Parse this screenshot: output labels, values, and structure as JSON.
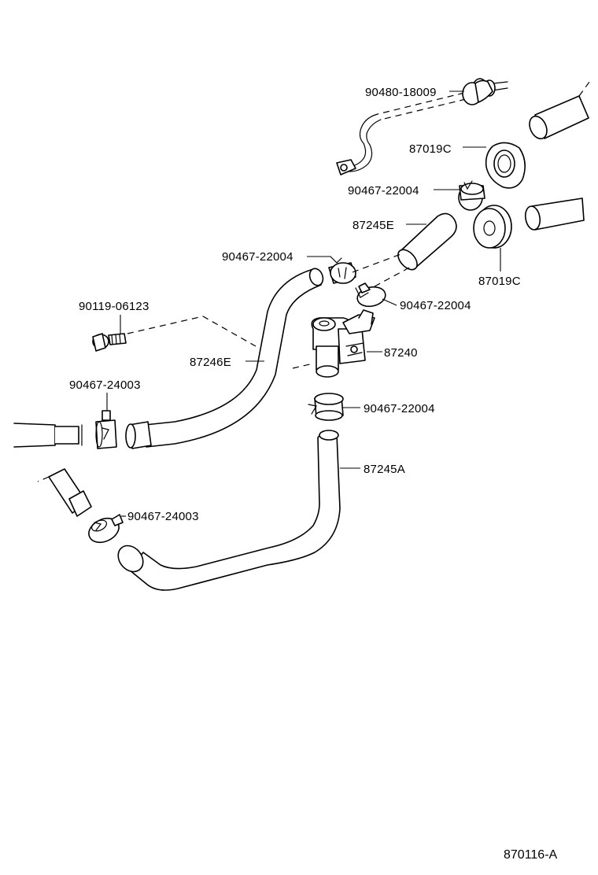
{
  "diagram": {
    "figure_code": "870116-A",
    "parts": [
      {
        "id": "p1",
        "label": "90480-18009",
        "icon": "grommet-cable-icon"
      },
      {
        "id": "p2",
        "label": "87019C",
        "icon": "grommet-icon"
      },
      {
        "id": "p3",
        "label": "90467-22004",
        "icon": "hose-clamp-icon"
      },
      {
        "id": "p4",
        "label": "87245E",
        "icon": "hose-icon"
      },
      {
        "id": "p5",
        "label": "90467-22004",
        "icon": "hose-clamp-icon"
      },
      {
        "id": "p6",
        "label": "87019C",
        "icon": "grommet-icon"
      },
      {
        "id": "p7",
        "label": "90467-22004",
        "icon": "hose-clamp-icon"
      },
      {
        "id": "p8",
        "label": "90119-06123",
        "icon": "bolt-icon"
      },
      {
        "id": "p9",
        "label": "87240",
        "icon": "water-valve-icon"
      },
      {
        "id": "p10",
        "label": "87246E",
        "icon": "hose-icon"
      },
      {
        "id": "p11",
        "label": "90467-24003",
        "icon": "hose-clamp-icon"
      },
      {
        "id": "p12",
        "label": "90467-22004",
        "icon": "hose-clamp-icon"
      },
      {
        "id": "p13",
        "label": "87245A",
        "icon": "hose-icon"
      },
      {
        "id": "p14",
        "label": "90467-24003",
        "icon": "hose-clamp-icon"
      }
    ]
  }
}
